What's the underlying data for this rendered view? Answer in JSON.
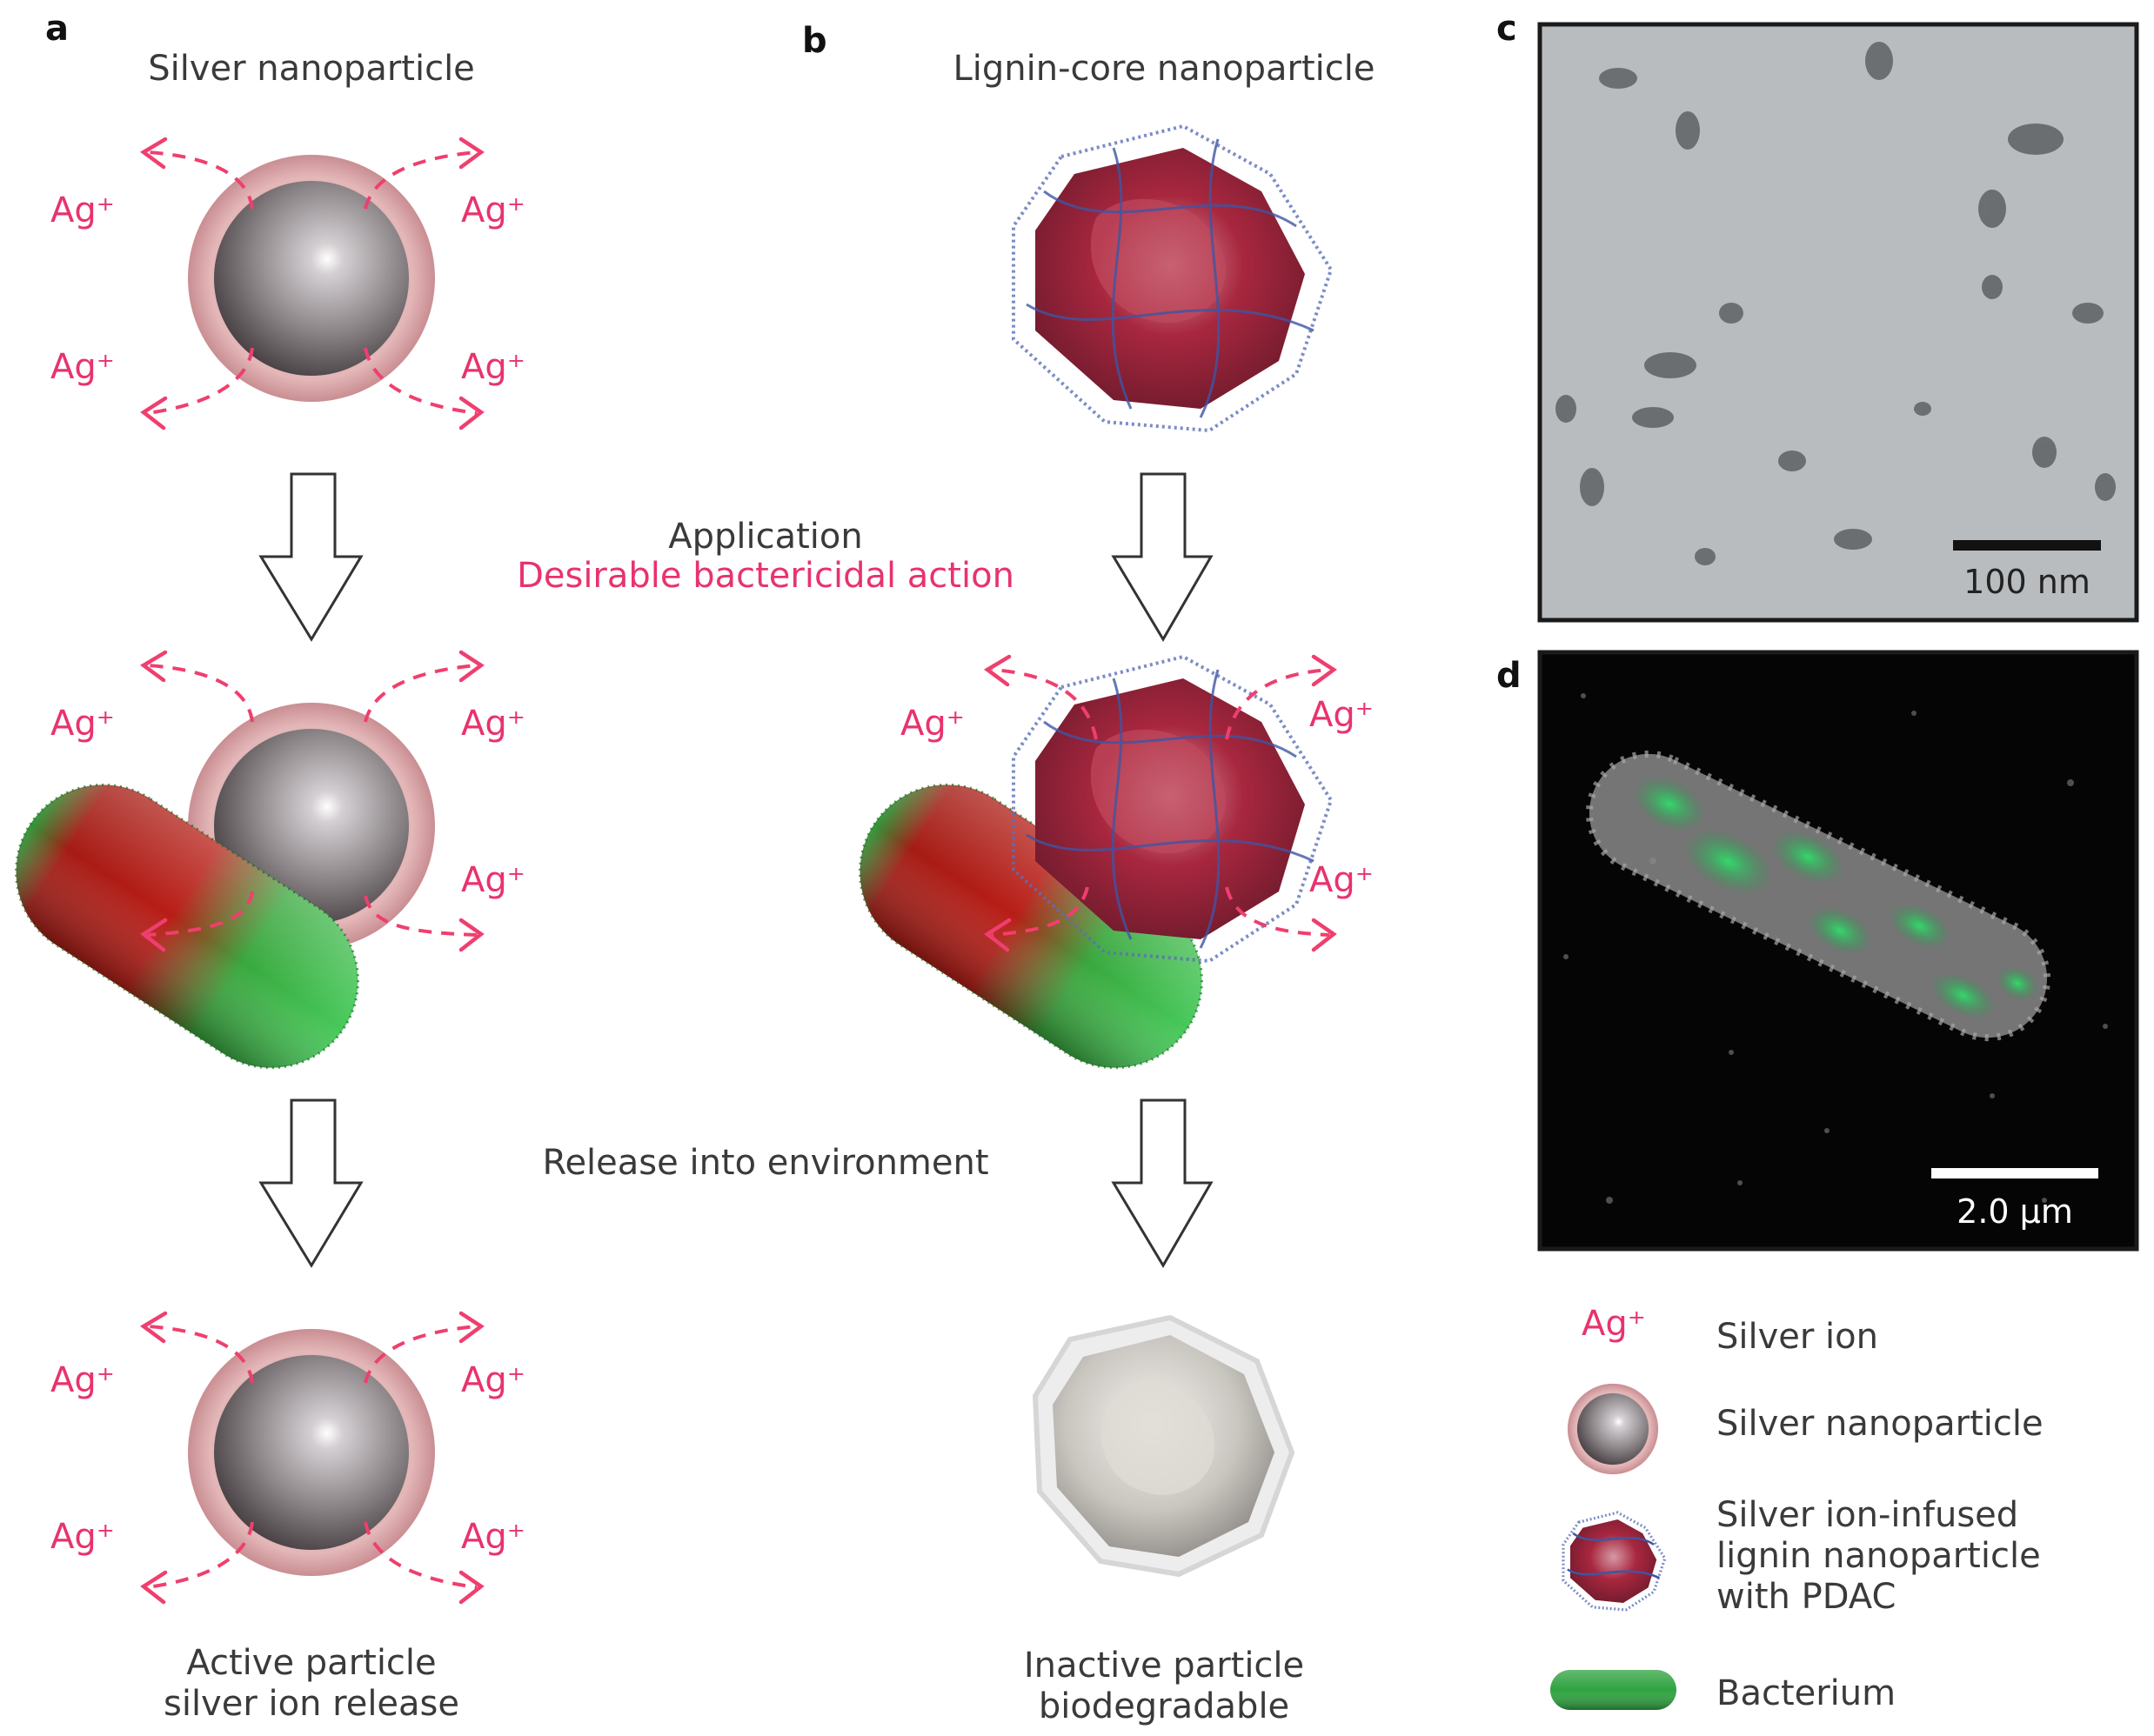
{
  "panels": {
    "a": "a",
    "b": "b",
    "c": "c",
    "d": "d"
  },
  "ion_label": "Ag⁺",
  "panel_a": {
    "title": "Silver nanoparticle",
    "bottom_line1": "Active particle",
    "bottom_line2": "silver ion release"
  },
  "panel_b": {
    "title": "Lignin-core nanoparticle",
    "bottom_line1": "Inactive particle",
    "bottom_line2": "biodegradable"
  },
  "middle": {
    "application": "Application",
    "bactericidal": "Desirable bactericidal action",
    "release": "Release into environment"
  },
  "panel_c": {
    "scale": "100 nm"
  },
  "panel_d": {
    "scale": "2.0 µm"
  },
  "legend": {
    "silver_ion": "Silver ion",
    "silver_nanoparticle": "Silver nanoparticle",
    "lignin_line1": "Silver ion-infused",
    "lignin_line2": "lignin nanoparticle",
    "lignin_line3": "with PDAC",
    "bacterium": "Bacterium"
  },
  "colors": {
    "ion": "#e8336d",
    "bacterium_green": "#2fb344",
    "bacterium_red": "#b31515",
    "lignin_red": "#9b1f3a",
    "pdac_blue": "#4a5fa8",
    "tem_gray": "#b9bcbe"
  }
}
